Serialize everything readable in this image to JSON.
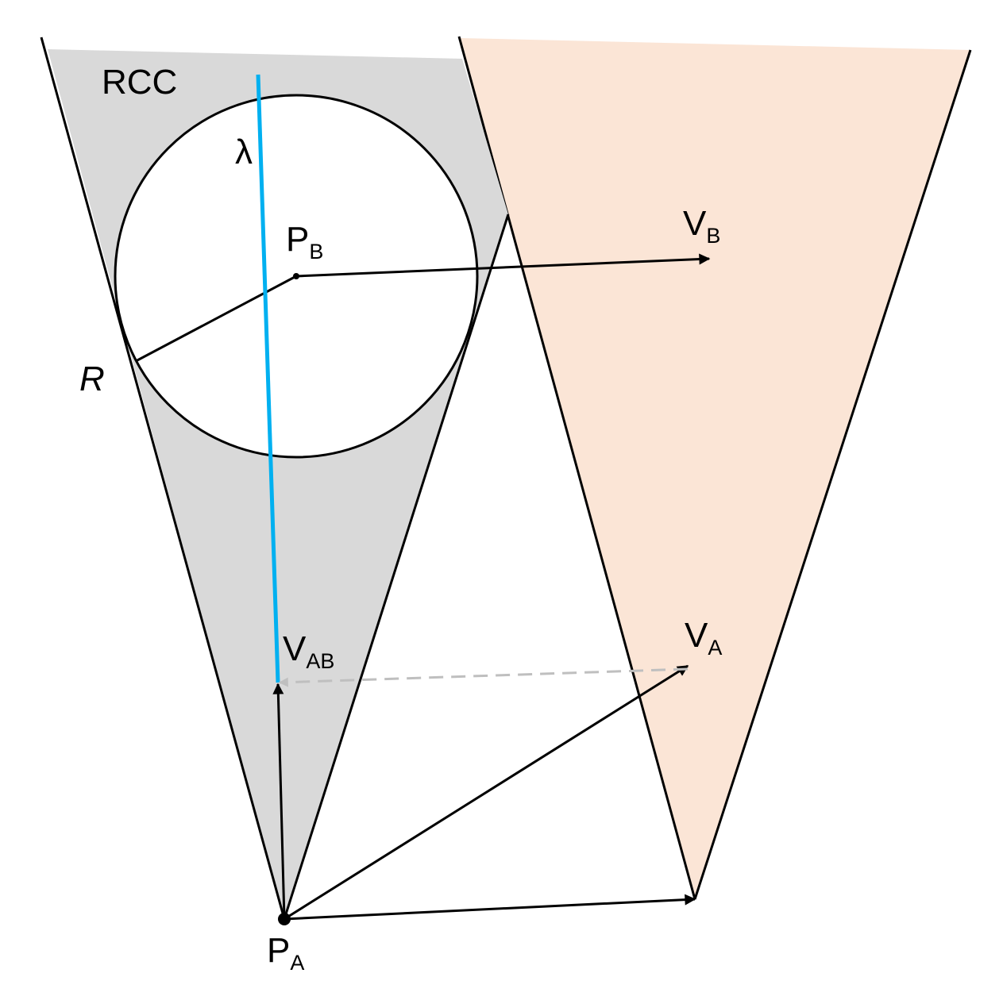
{
  "colors": {
    "rcc_fill": "#d9d9d9",
    "cone_fill": "#fbe5d6",
    "lambda_line": "#00b0f0",
    "dashed_arrow": "#bfbfbf",
    "stroke": "#000000"
  },
  "labels": {
    "rcc": "RCC",
    "lambda": "λ",
    "radius": "R",
    "p_b": {
      "main": "P",
      "sub": "B"
    },
    "v_b": {
      "main": "V",
      "sub": "B"
    },
    "v_ab": {
      "main": "V",
      "sub": "AB"
    },
    "v_a": {
      "main": "V",
      "sub": "A"
    },
    "p_a": {
      "main": "P",
      "sub": "A"
    }
  }
}
